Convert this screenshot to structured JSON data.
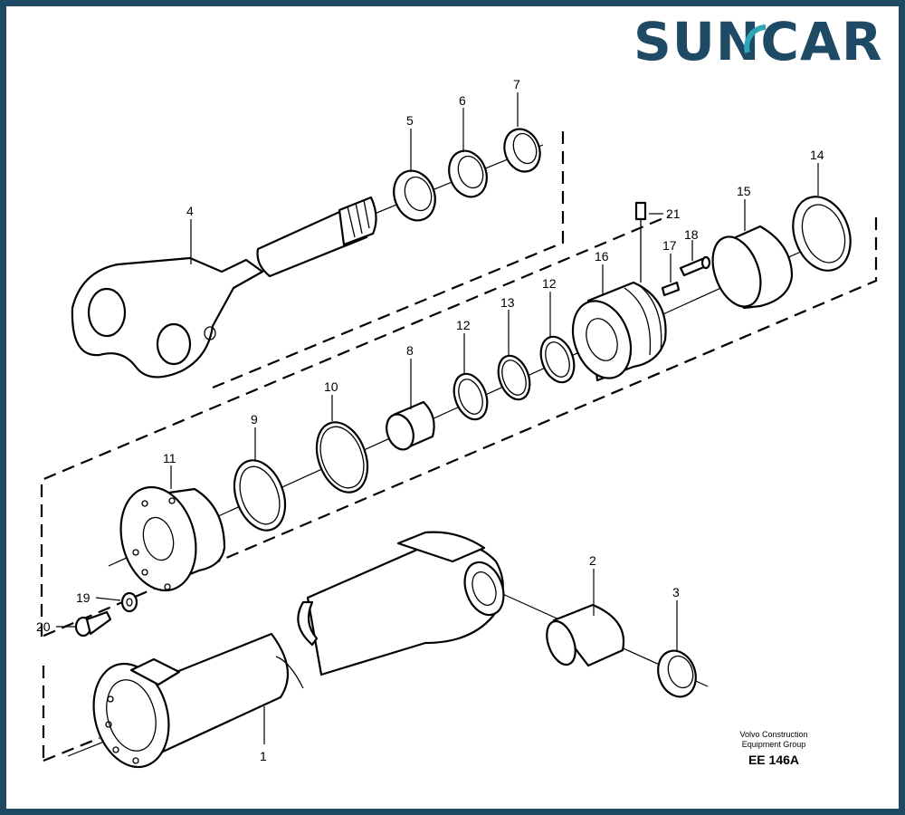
{
  "brand": {
    "logo_text": "SUNCAR",
    "color": "#1f4a66",
    "accent": "#2ea6b8"
  },
  "footer": {
    "publisher_line1": "Volvo Construction",
    "publisher_line2": "Equipment Group",
    "drawing_code": "EE 146A"
  },
  "callouts": {
    "c1": "1",
    "c2": "2",
    "c3": "3",
    "c4": "4",
    "c5": "5",
    "c6": "6",
    "c7": "7",
    "c8": "8",
    "c9": "9",
    "c10": "10",
    "c11": "11",
    "c12a": "12",
    "c12b": "12",
    "c13": "13",
    "c14": "14",
    "c15": "15",
    "c16": "16",
    "c17": "17",
    "c18": "18",
    "c19": "19",
    "c20": "20",
    "c21": "21"
  }
}
